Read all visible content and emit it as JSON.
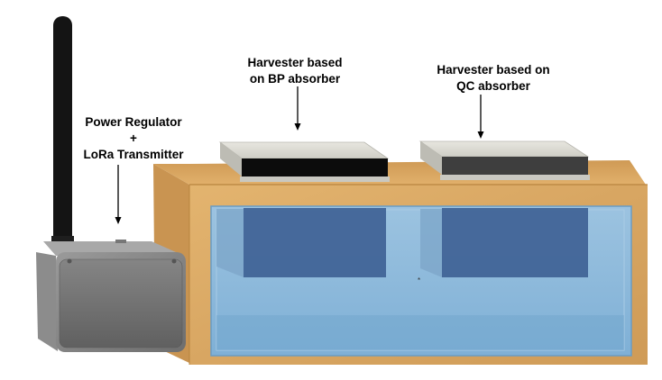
{
  "labels": {
    "power": {
      "line1": "Power Regulator",
      "line2": "+",
      "line3": "LoRa Transmitter"
    },
    "bp": {
      "line1": "Harvester based",
      "line2": "on BP absorber"
    },
    "qc": {
      "line1": "Harvester based on",
      "line2": "QC absorber"
    }
  },
  "colors": {
    "wood": "#d9a55f",
    "water": "#8fb9d9",
    "antenna": "#141414",
    "bp_absorber": "#0c0c0c",
    "qc_absorber": "#3e3e3e"
  }
}
